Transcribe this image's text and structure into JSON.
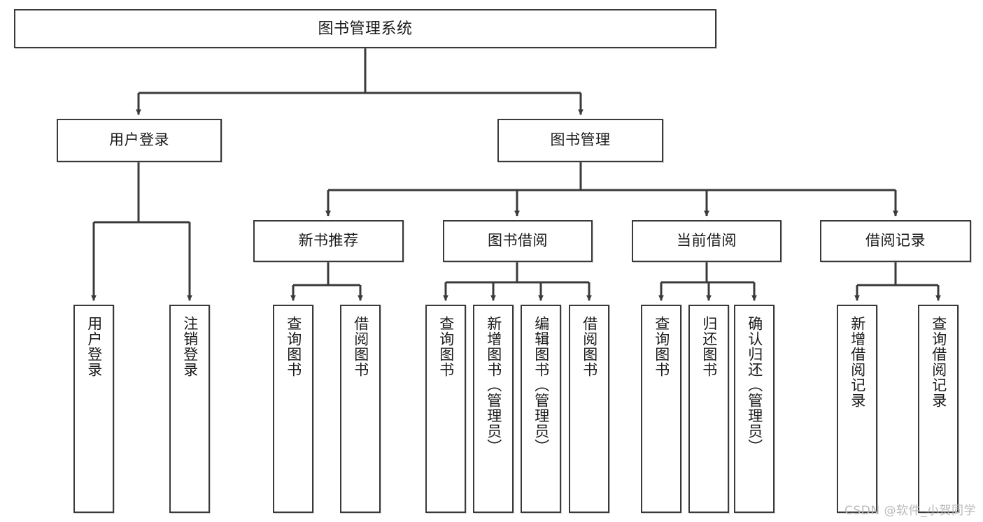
{
  "diagram": {
    "title": "图书管理系统",
    "type": "tree-hierarchy-chart",
    "colors": {
      "box_border": "#3a3a3a",
      "box_fill": "#ffffff",
      "edge": "#3a3a3a",
      "text": "#1a1a1a",
      "watermark": "#b9b9b9",
      "background": "#ffffff"
    },
    "nodes": {
      "root": {
        "label": "图书管理系统"
      },
      "level1": [
        {
          "id": "user-login",
          "label": "用户登录"
        },
        {
          "id": "book-management",
          "label": "图书管理"
        }
      ],
      "level2": [
        {
          "id": "new-book-recommend",
          "label": "新书推荐"
        },
        {
          "id": "book-borrow",
          "label": "图书借阅"
        },
        {
          "id": "current-borrow",
          "label": "当前借阅"
        },
        {
          "id": "borrow-record",
          "label": "借阅记录"
        }
      ],
      "leaves": {
        "user-login": [
          {
            "id": "leaf-user-login",
            "label": "用户登录"
          },
          {
            "id": "leaf-user-logout",
            "label": "注销登录"
          }
        ],
        "new-book-recommend": [
          {
            "id": "leaf-query-book-1",
            "label": "查询图书"
          },
          {
            "id": "leaf-borrow-book-1",
            "label": "借阅图书"
          }
        ],
        "book-borrow": [
          {
            "id": "leaf-query-book-2",
            "label": "查询图书"
          },
          {
            "id": "leaf-add-book",
            "label": "新增图书（管理员）"
          },
          {
            "id": "leaf-edit-book",
            "label": "编辑图书（管理员）"
          },
          {
            "id": "leaf-borrow-book-2",
            "label": "借阅图书"
          }
        ],
        "current-borrow": [
          {
            "id": "leaf-query-book-3",
            "label": "查询图书"
          },
          {
            "id": "leaf-return-book",
            "label": "归还图书"
          },
          {
            "id": "leaf-confirm-return",
            "label": "确认归还（管理员）"
          }
        ],
        "borrow-record": [
          {
            "id": "leaf-add-record",
            "label": "新增借阅记录"
          },
          {
            "id": "leaf-query-record",
            "label": "查询借阅记录"
          }
        ]
      }
    },
    "watermark": "CSDN @软件_小贺同学"
  }
}
